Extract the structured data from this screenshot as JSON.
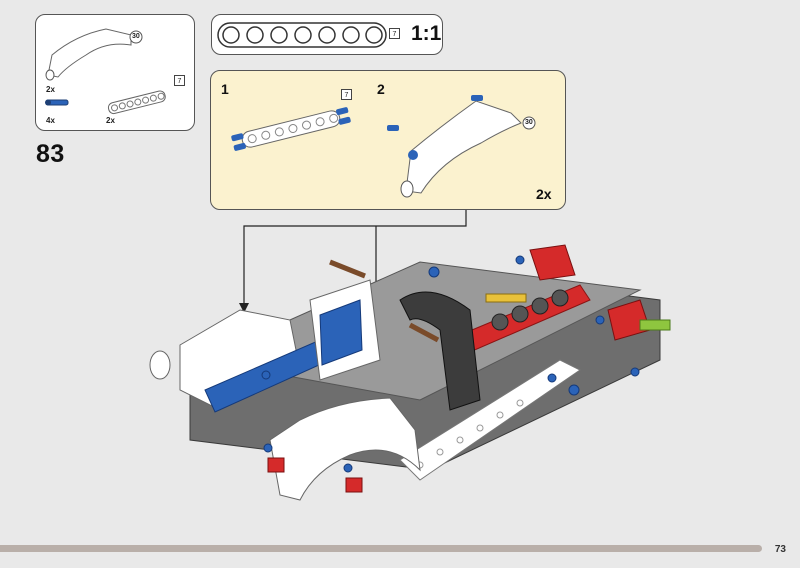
{
  "parts_callout": {
    "items": [
      {
        "qty": "2x",
        "length_label": "30",
        "icon": "white-curved-panel"
      },
      {
        "qty": "4x",
        "icon": "blue-axle-pin"
      },
      {
        "qty": "2x",
        "length_label": "7",
        "icon": "white-beam-7"
      }
    ]
  },
  "scale": {
    "label": "1:1",
    "length": "7",
    "holes": 7
  },
  "step": {
    "number": "83"
  },
  "sub_assembly": {
    "steps": [
      {
        "number": "1",
        "length_label": "7"
      },
      {
        "number": "2",
        "length_label": "30"
      }
    ],
    "multiplier": "2x"
  },
  "page": {
    "number": "73"
  },
  "colors": {
    "background": "#e9e9e9",
    "callout_fill": "#fbf2cf",
    "progress_bar": "#b9afa9"
  }
}
